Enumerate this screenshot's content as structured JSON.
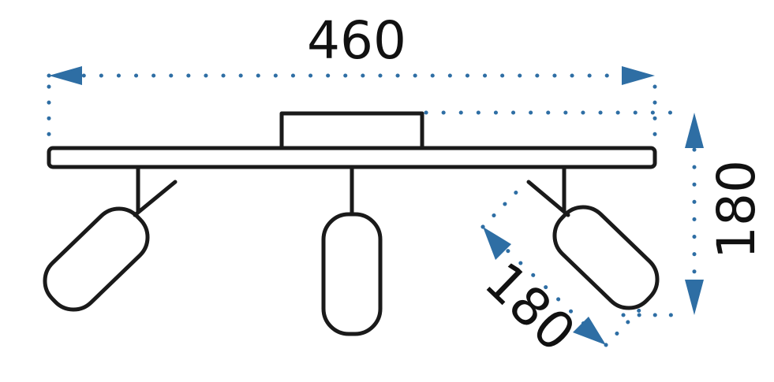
{
  "dimensions": {
    "width_label": "460",
    "height_label": "180",
    "depth_label": "180"
  },
  "colors": {
    "dimension_line": "#2e6ea4",
    "outline": "#1a1a1a"
  }
}
